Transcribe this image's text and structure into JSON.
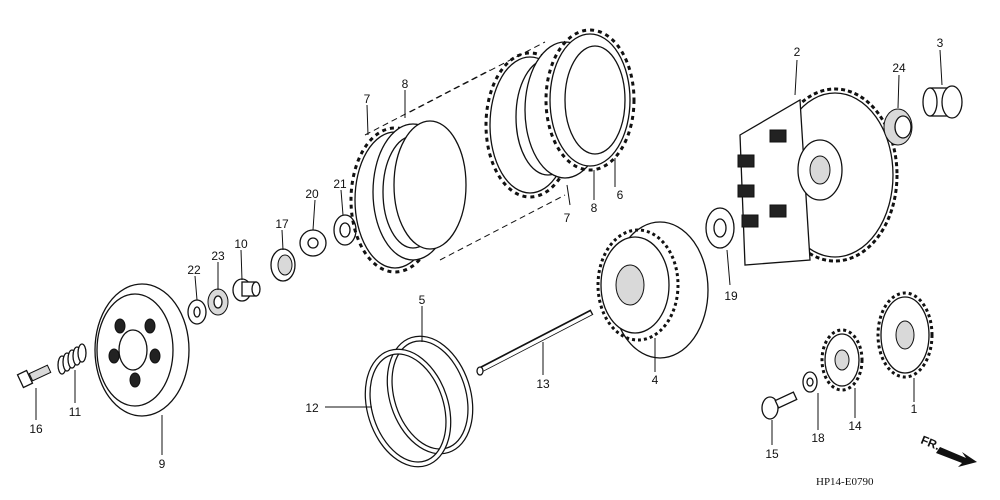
{
  "diagram": {
    "labels": {
      "p1": "1",
      "p2": "2",
      "p3": "3",
      "p4": "4",
      "p5": "5",
      "p6": "6",
      "p7a": "7",
      "p7b": "7",
      "p8a": "8",
      "p8b": "8",
      "p9": "9",
      "p10": "10",
      "p11": "11",
      "p12": "12",
      "p13": "13",
      "p14": "14",
      "p15": "15",
      "p16": "16",
      "p17": "17",
      "p18": "18",
      "p19": "19",
      "p20": "20",
      "p21": "21",
      "p22": "22",
      "p23": "23",
      "p24": "24"
    },
    "code": "HP14-E0790",
    "front_label": "FR."
  }
}
